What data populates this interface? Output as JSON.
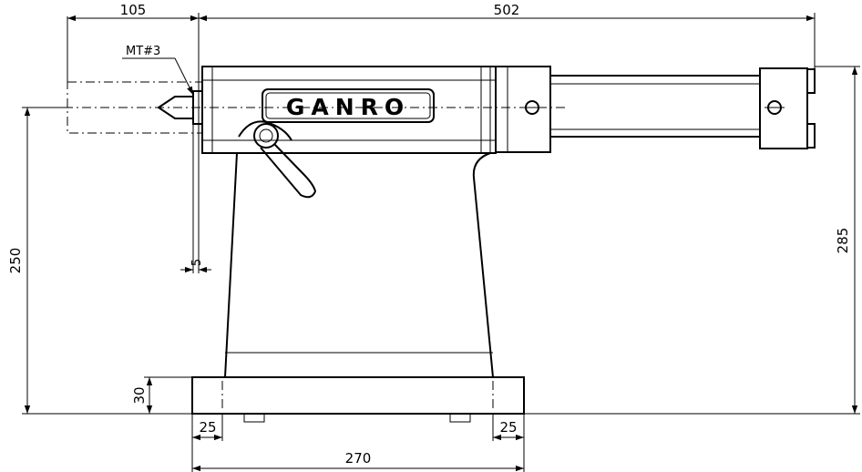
{
  "logo": {
    "text": "GANRO"
  },
  "callouts": {
    "taper": "MT#3"
  },
  "dimensions": {
    "overhang": "105",
    "overall_length": "502",
    "center_height": "250",
    "overall_height": "285",
    "offset": "5",
    "base_thickness": "30",
    "foot_left": "25",
    "foot_right": "25",
    "base_length": "270"
  }
}
